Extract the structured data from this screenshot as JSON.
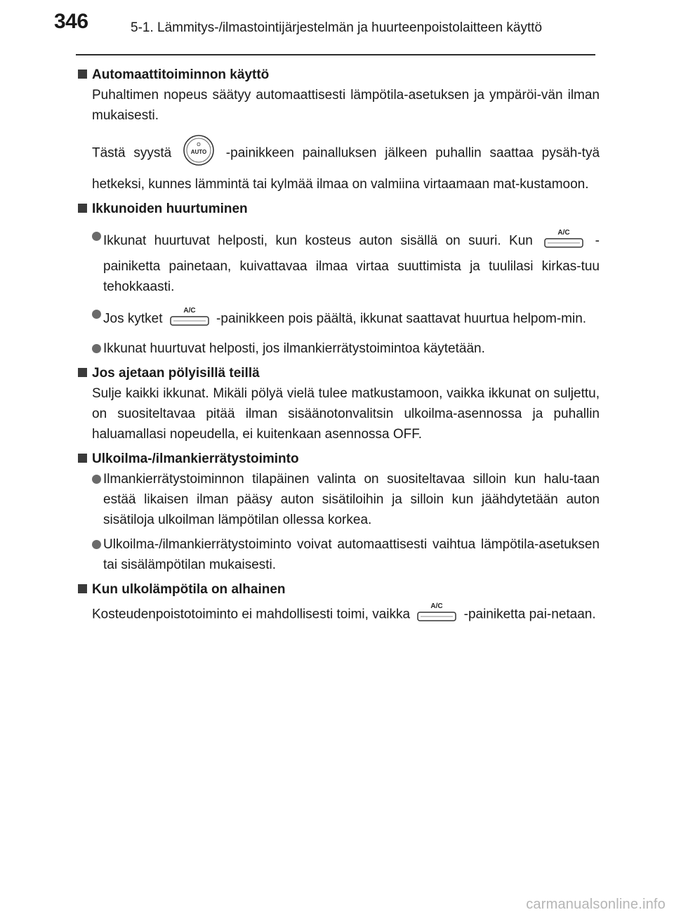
{
  "header": {
    "page_number": "346",
    "chapter_title": "5-1. Lämmitys-/ilmastointijärjestelmän ja huurteenpoistolaitteen käyttö"
  },
  "icons": {
    "auto_button": {
      "name": "auto-button-icon",
      "label_top": "O",
      "label": "AUTO"
    },
    "ac_button": {
      "name": "ac-button-icon",
      "label": "A/C"
    }
  },
  "sections": {
    "s1": {
      "heading": "Automaattitoiminnon käyttö",
      "p1": "Puhaltimen nopeus säätyy automaattisesti lämpötila-asetuksen ja ympäröi-vän ilman mukaisesti.",
      "p2_before": "Tästä syystä",
      "p2_after": "-painikkeen painalluksen jälkeen puhallin saattaa pysäh-tyä hetkeksi, kunnes lämmintä tai kylmää ilmaa on valmiina virtaamaan mat-kustamoon."
    },
    "s2": {
      "heading": "Ikkunoiden huurtuminen",
      "b1_before": "Ikkunat huurtuvat helposti, kun kosteus auton sisällä on suuri. Kun",
      "b1_after": "-painiketta painetaan, kuivattavaa ilmaa virtaa suuttimista ja tuulilasi kirkas-tuu tehokkaasti.",
      "b2_before": "Jos kytket",
      "b2_after": "-painikkeen pois päältä, ikkunat saattavat huurtua helpom-min.",
      "b3": "Ikkunat huurtuvat helposti, jos ilmankierrätystoimintoa käytetään."
    },
    "s3": {
      "heading": "Jos ajetaan pölyisillä teillä",
      "p1": "Sulje kaikki ikkunat. Mikäli pölyä vielä tulee matkustamoon, vaikka ikkunat on suljettu, on suositeltavaa pitää ilman sisäänotonvalitsin ulkoilma-asennossa ja puhallin haluamallasi nopeudella, ei kuitenkaan asennossa OFF."
    },
    "s4": {
      "heading": "Ulkoilma-/ilmankierrätystoiminto",
      "b1": "Ilmankierrätystoiminnon tilapäinen valinta on suositeltavaa silloin kun halu-taan estää likaisen ilman pääsy auton sisätiloihin ja silloin kun jäähdytetään auton sisätiloja ulkoilman lämpötilan ollessa korkea.",
      "b2": "Ulkoilma-/ilmankierrätystoiminto voivat automaattisesti vaihtua lämpötila-asetuksen tai sisälämpötilan mukaisesti."
    },
    "s5": {
      "heading": "Kun ulkolämpötila on alhainen",
      "p1_before": "Kosteudenpoistotoiminto ei mahdollisesti toimi, vaikka",
      "p1_after": "-painiketta pai-netaan."
    }
  },
  "footer": {
    "watermark": "carmanualsonline.info"
  }
}
